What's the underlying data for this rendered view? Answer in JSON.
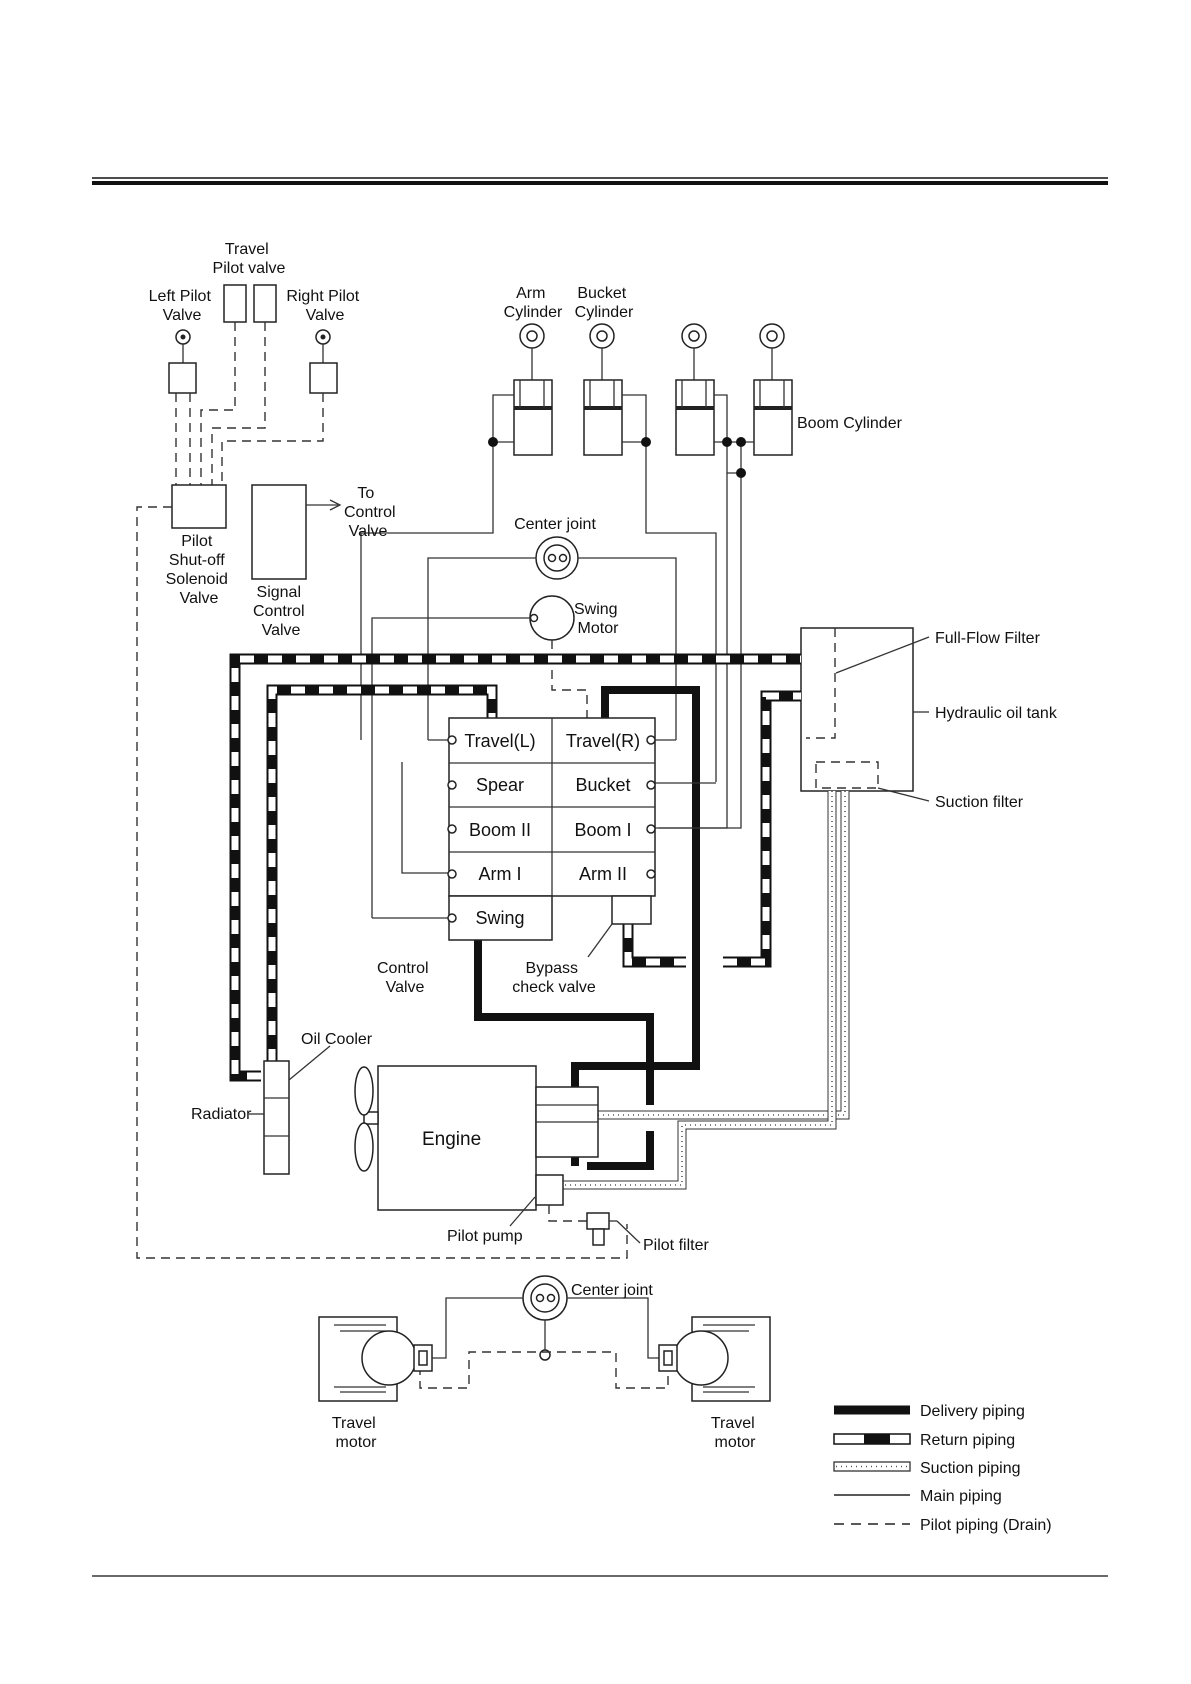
{
  "labels": {
    "travel_pilot_valve": [
      "Travel",
      "Pilot valve"
    ],
    "left_pilot_valve": [
      "Left Pilot",
      "Valve"
    ],
    "right_pilot_valve": [
      "Right Pilot",
      "Valve"
    ],
    "arm_cylinder": [
      "Arm",
      "Cylinder"
    ],
    "bucket_cylinder": [
      "Bucket",
      "Cylinder"
    ],
    "boom_cylinder": "Boom Cylinder",
    "to_control_valve": [
      "To",
      "Control",
      "Valve"
    ],
    "pilot_solenoid": [
      "Pilot",
      "Shut-off",
      "Solenoid",
      "Valve"
    ],
    "signal_control_valve": [
      "Signal",
      "Control",
      "Valve"
    ],
    "center_joint_top": "Center joint",
    "swing_motor": [
      "Swing",
      "Motor"
    ],
    "full_flow_filter": "Full-Flow Filter",
    "hydraulic_oil_tank": "Hydraulic oil tank",
    "suction_filter": "Suction filter",
    "control_valve": [
      "Control",
      "Valve"
    ],
    "bypass_check_valve": [
      "Bypass",
      "check valve"
    ],
    "oil_cooler": "Oil Cooler",
    "radiator": "Radiator",
    "engine": "Engine",
    "pilot_pump": "Pilot pump",
    "pilot_filter": "Pilot filter",
    "center_joint_bottom": "Center joint",
    "travel_motor_left": [
      "Travel",
      "motor"
    ],
    "travel_motor_right": [
      "Travel",
      "motor"
    ]
  },
  "control_valve_sections": {
    "left": [
      "Travel(L)",
      "Spear",
      "Boom II",
      "Arm I",
      "Swing"
    ],
    "right": [
      "Travel(R)",
      "Bucket",
      "Boom I",
      "Arm II"
    ]
  },
  "legend": [
    {
      "type": "delivery",
      "label": "Delivery piping"
    },
    {
      "type": "return",
      "label": "Return piping"
    },
    {
      "type": "suction",
      "label": "Suction piping"
    },
    {
      "type": "main",
      "label": "Main piping"
    },
    {
      "type": "pilot",
      "label": "Pilot piping (Drain)"
    }
  ]
}
